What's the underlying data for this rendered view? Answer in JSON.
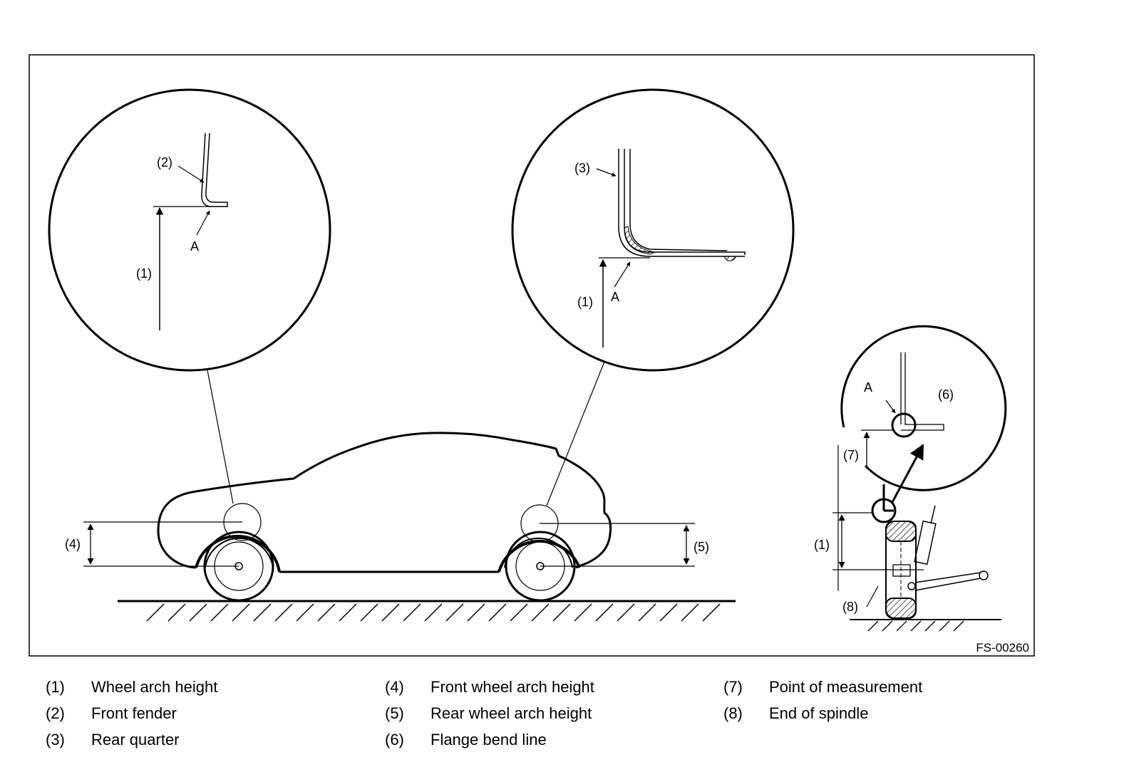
{
  "figure": {
    "code": "FS-00260",
    "callouts": {
      "wheel_arch_height": "(1)",
      "front_fender": "(2)",
      "rear_quarter": "(3)",
      "front_wheel_arch_height": "(4)",
      "rear_wheel_arch_height": "(5)",
      "flange_bend_line": "(6)",
      "point_of_measurement": "(7)",
      "end_of_spindle": "(8)",
      "point_a": "A"
    }
  },
  "legend": [
    {
      "num": "(1)",
      "text": "Wheel arch height"
    },
    {
      "num": "(2)",
      "text": "Front fender"
    },
    {
      "num": "(3)",
      "text": "Rear quarter"
    },
    {
      "num": "(4)",
      "text": "Front wheel arch height"
    },
    {
      "num": "(5)",
      "text": "Rear wheel arch height"
    },
    {
      "num": "(6)",
      "text": "Flange bend line"
    },
    {
      "num": "(7)",
      "text": "Point of measurement"
    },
    {
      "num": "(8)",
      "text": "End of spindle"
    }
  ]
}
